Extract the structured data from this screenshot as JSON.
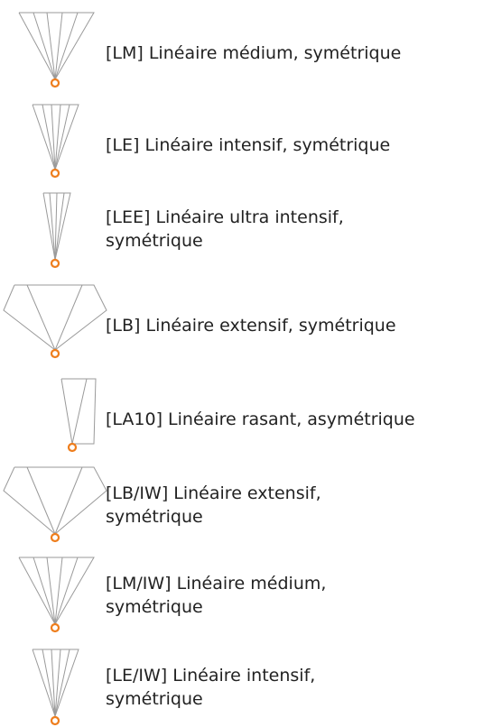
{
  "accent_color": "#ee7d1c",
  "items": [
    {
      "icon": "medium-symmetric-beam-icon",
      "label": "[LM] Linéaire médium, symétrique"
    },
    {
      "icon": "intensive-symmetric-beam-icon",
      "label": "[LE] Linéaire intensif, symétrique"
    },
    {
      "icon": "ultra-intensive-symmetric-beam-icon",
      "label": "[LEE] Linéaire ultra intensif, symétrique"
    },
    {
      "icon": "extensive-symmetric-beam-icon",
      "label": "[LB] Linéaire extensif, symétrique"
    },
    {
      "icon": "grazing-asymmetric-beam-icon",
      "label": "[LA10] Linéaire rasant, asymétrique"
    },
    {
      "icon": "extensive-symmetric-beam-icon",
      "label": "[LB/IW] Linéaire extensif, symétrique"
    },
    {
      "icon": "medium-symmetric-beam-icon",
      "label": "[LM/IW] Linéaire médium, symétrique"
    },
    {
      "icon": "intensive-symmetric-beam-icon",
      "label": "[LE/IW] Linéaire intensif, symétrique"
    }
  ]
}
